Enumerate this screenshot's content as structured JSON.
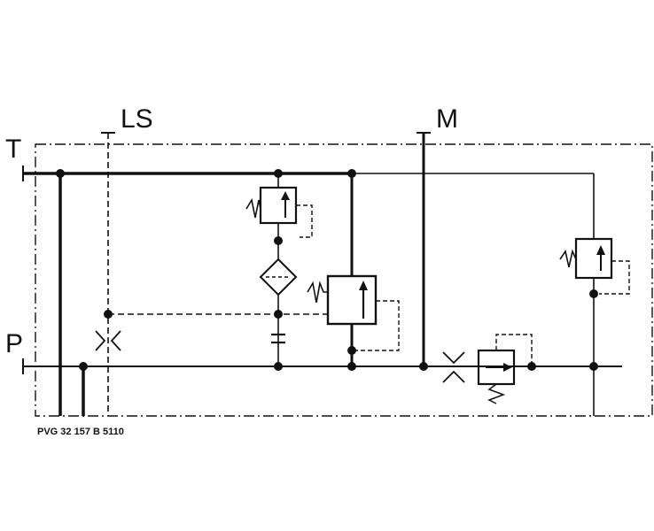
{
  "ports": {
    "T": "T",
    "LS": "LS",
    "M": "M",
    "P": "P"
  },
  "caption": "PVG 32 157 B 5110",
  "colors": {
    "line": "#111111",
    "background": "#ffffff"
  }
}
